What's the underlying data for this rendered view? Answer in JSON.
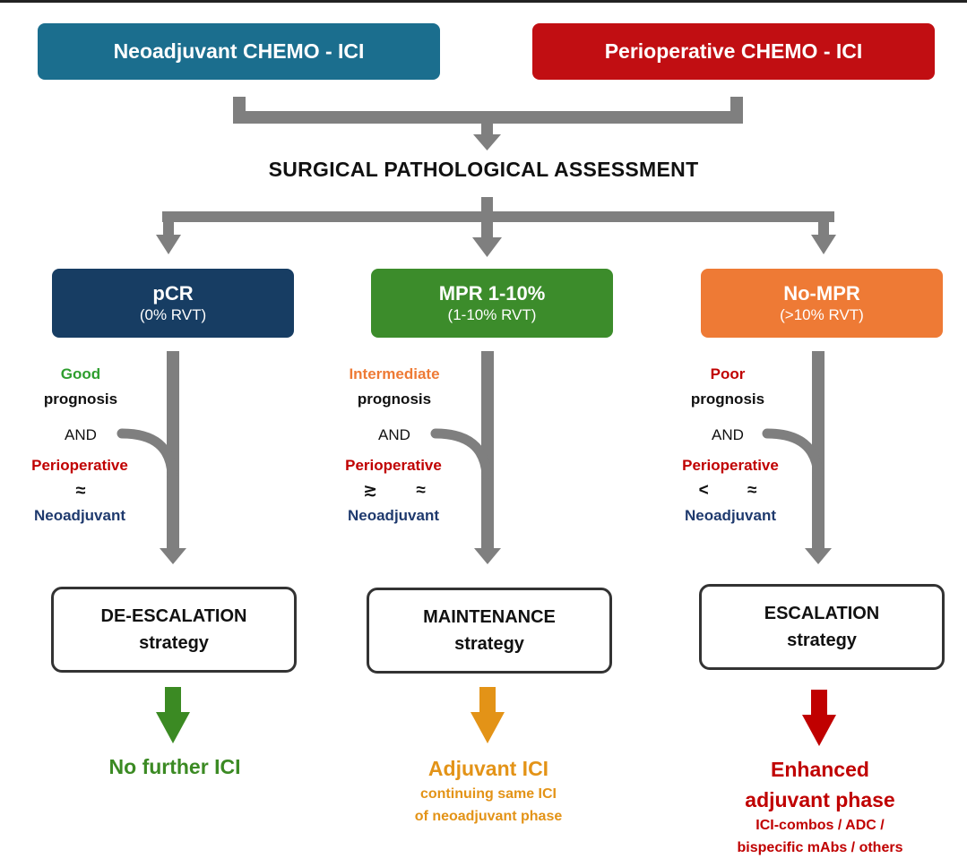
{
  "top": {
    "neoadjuvant_label": "Neoadjuvant CHEMO - ICI",
    "perioperative_label": "Perioperative CHEMO - ICI"
  },
  "assessment_label": "SURGICAL PATHOLOGICAL ASSESSMENT",
  "categories": [
    {
      "title": "pCR",
      "subtitle": "(0% RVT)",
      "prognosis_word": "Good",
      "prognosis": "prognosis",
      "and": "AND",
      "perioperative": "Perioperative",
      "relation": "≈",
      "neoadjuvant": "Neoadjuvant",
      "strategy_line1": "DE-ESCALATION",
      "strategy_line2": "strategy",
      "outcome_title": "No further ICI"
    },
    {
      "title": "MPR 1-10%",
      "subtitle": "(1-10% RVT)",
      "prognosis_word": "Intermediate",
      "prognosis": "prognosis",
      "and": "AND",
      "perioperative": "Perioperative",
      "relation": "≳ ≈",
      "neoadjuvant": "Neoadjuvant",
      "strategy_line1": "MAINTENANCE",
      "strategy_line2": "strategy",
      "outcome_title": "Adjuvant ICI",
      "outcome_detail_1": "continuing same ICI",
      "outcome_detail_2": "of neoadjuvant phase"
    },
    {
      "title": "No-MPR",
      "subtitle": "(>10% RVT)",
      "prognosis_word": "Poor",
      "prognosis": "prognosis",
      "and": "AND",
      "perioperative": "Perioperative",
      "relation": "< ≈",
      "neoadjuvant": "Neoadjuvant",
      "strategy_line1": "ESCALATION",
      "strategy_line2": "strategy",
      "outcome_title_1": "Enhanced",
      "outcome_title_2": "adjuvant phase",
      "outcome_detail_1": "ICI-combos / ADC /",
      "outcome_detail_2": "bispecific mAbs / others"
    }
  ],
  "colors": {
    "neoadjuvant_box": "#1b6e8e",
    "perioperative_box": "#c10e12",
    "pcr_box": "#173d63",
    "mpr_box": "#3c8c2b",
    "nompr_box": "#ee7a35",
    "connector_gray": "#7f7f7f",
    "good": "#2e9e2e",
    "intermediate": "#ee7a35",
    "poor": "#c00000",
    "perioperative_text": "#c00000",
    "neoadjuvant_text": "#1f3a6e",
    "outcome_green": "#3b8a23",
    "outcome_orange": "#e39317",
    "outcome_red": "#c00000"
  }
}
